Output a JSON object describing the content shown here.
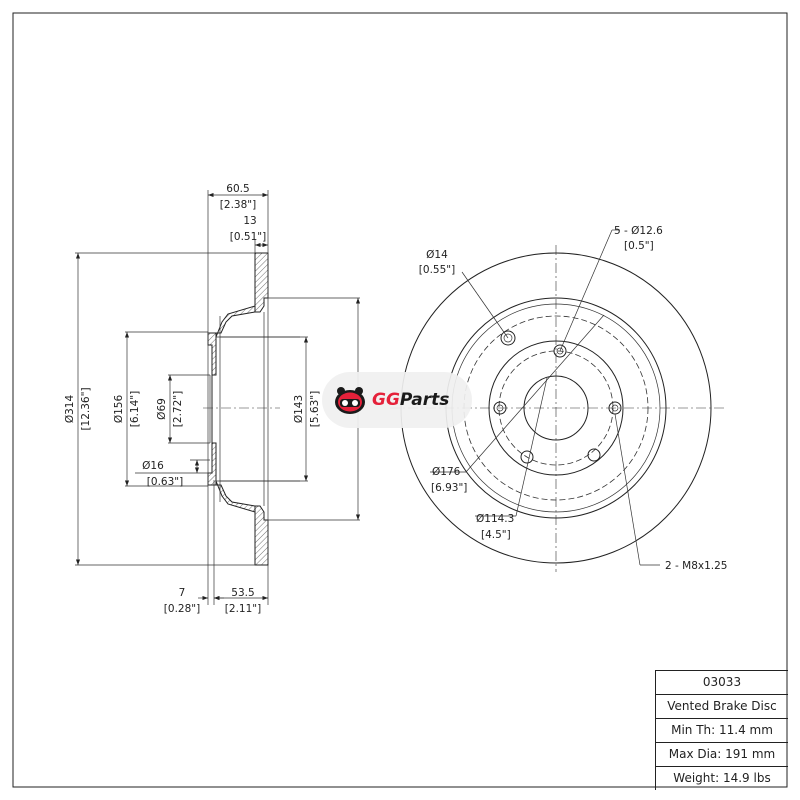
{
  "side_view": {
    "overall_width": {
      "mm": "60.5",
      "in": "[2.38\"]"
    },
    "disc_thickness": {
      "mm": "13",
      "in": "[0.51\"]"
    },
    "outer_diameter": {
      "mm": "Ø314",
      "in": "[12.36\"]"
    },
    "hat_diameter": {
      "mm": "Ø156",
      "in": "[6.14\"]"
    },
    "center_bore": {
      "mm": "Ø69",
      "in": "[2.72\"]"
    },
    "small_hole": {
      "mm": "Ø16",
      "in": "[0.63\"]"
    },
    "inner_diameter": {
      "mm": "Ø143",
      "in": "[5.63\"]"
    },
    "hat_thickness": {
      "mm": "7",
      "in": "[0.28\"]"
    },
    "hat_height": {
      "mm": "53.5",
      "in": "[2.11\"]"
    }
  },
  "front_view": {
    "pilot_hole": {
      "mm": "Ø14",
      "in": "[0.55\"]"
    },
    "bolt_holes": {
      "mm": "5 - Ø12.6",
      "in": "[0.5\"]"
    },
    "hat_outer": {
      "mm": "Ø176",
      "in": "[6.93\"]"
    },
    "bolt_circle": {
      "mm": "Ø114.3",
      "in": "[4.5\"]"
    },
    "threads": "2 - M8x1.25"
  },
  "logo": {
    "part1": "GG",
    "part2": "Parts"
  },
  "spec_table": {
    "part_number": "03033",
    "type": "Vented Brake Disc",
    "min_th": "Min Th: 11.4 mm",
    "max_dia": "Max Dia: 191 mm",
    "weight": "Weight: 14.9 lbs"
  }
}
